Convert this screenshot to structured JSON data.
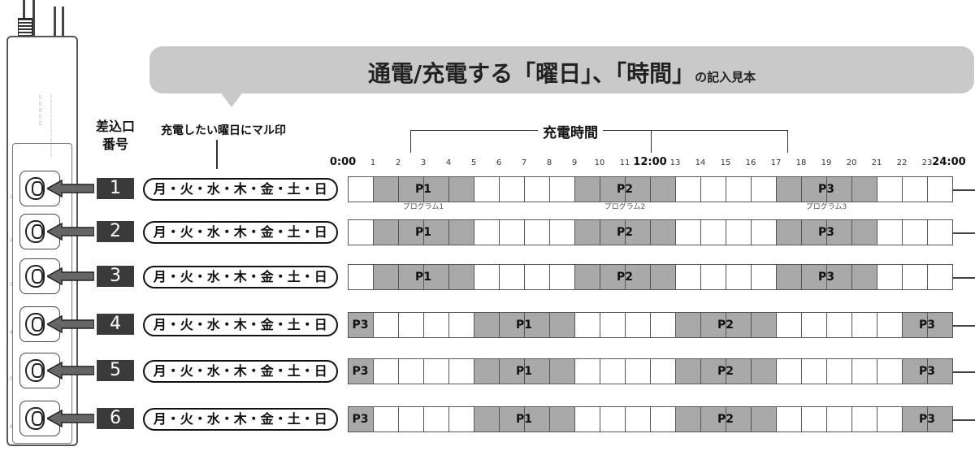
{
  "banner": {
    "title_main": "通電/充電する「曜日」、「時間」",
    "title_small": "の記入見本"
  },
  "headers": {
    "outlet": [
      "差込口",
      "番号"
    ],
    "days_hint": "充電したい曜日にマル印",
    "time_title": "充電時間"
  },
  "days_text": "月・火・水・木・金・土・日",
  "time_axis": {
    "ticks": [
      "0:00",
      "1",
      "2",
      "3",
      "4",
      "5",
      "6",
      "7",
      "8",
      "9",
      "10",
      "11",
      "12:00",
      "13",
      "14",
      "15",
      "16",
      "17",
      "18",
      "19",
      "20",
      "21",
      "22",
      "23",
      "24:00"
    ],
    "bold_ticks": [
      "0:00",
      "12:00",
      "24:00"
    ]
  },
  "program_names": [
    "プログラム1",
    "プログラム2",
    "プログラム3"
  ],
  "rows": [
    {
      "number": "1",
      "segments": [
        {
          "label": "P1",
          "start": 1,
          "end": 5
        },
        {
          "label": "P2",
          "start": 9,
          "end": 13
        },
        {
          "label": "P3",
          "start": 17,
          "end": 21
        }
      ]
    },
    {
      "number": "2",
      "segments": [
        {
          "label": "P1",
          "start": 1,
          "end": 5
        },
        {
          "label": "P2",
          "start": 9,
          "end": 13
        },
        {
          "label": "P3",
          "start": 17,
          "end": 21
        }
      ]
    },
    {
      "number": "3",
      "segments": [
        {
          "label": "P1",
          "start": 1,
          "end": 5
        },
        {
          "label": "P2",
          "start": 9,
          "end": 13
        },
        {
          "label": "P3",
          "start": 17,
          "end": 21
        }
      ]
    },
    {
      "number": "4",
      "segments": [
        {
          "label": "P3",
          "start": 0,
          "end": 1
        },
        {
          "label": "P1",
          "start": 5,
          "end": 9
        },
        {
          "label": "P2",
          "start": 13,
          "end": 17
        },
        {
          "label": "P3",
          "start": 22,
          "end": 24
        }
      ]
    },
    {
      "number": "5",
      "segments": [
        {
          "label": "P3",
          "start": 0,
          "end": 1
        },
        {
          "label": "P1",
          "start": 5,
          "end": 9
        },
        {
          "label": "P2",
          "start": 13,
          "end": 17
        },
        {
          "label": "P3",
          "start": 22,
          "end": 24
        }
      ]
    },
    {
      "number": "6",
      "segments": [
        {
          "label": "P3",
          "start": 0,
          "end": 1
        },
        {
          "label": "P1",
          "start": 5,
          "end": 9
        },
        {
          "label": "P2",
          "start": 13,
          "end": 17
        },
        {
          "label": "P3",
          "start": 22,
          "end": 24
        }
      ]
    }
  ],
  "colors": {
    "on": "#a9a9a9",
    "off": "#ffffff",
    "banner": "#c9c9c9",
    "number_box": "#3a3a3a"
  }
}
